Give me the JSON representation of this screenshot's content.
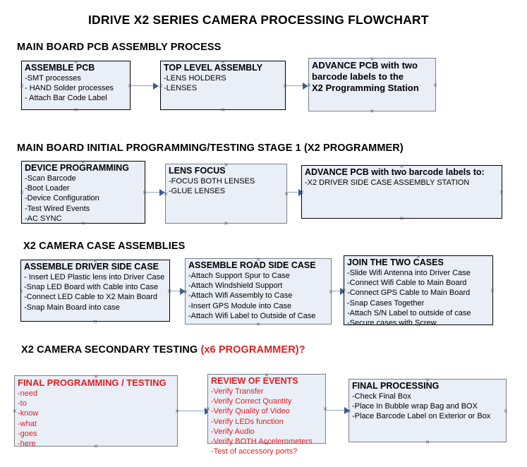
{
  "document": {
    "title": "IDRIVE X2  SERIES CAMERA PROCESSING FLOWCHART",
    "accent_red": "#e02020",
    "box_fill": "#e9eef7",
    "arrow_color": "#93a6bd",
    "arrow_head_color": "#3c5a94"
  },
  "sections": [
    {
      "id": "main-board-pcb-assembly",
      "heading": "MAIN BOARD PCB ASSEMBLY PROCESS",
      "heading_red": "",
      "boxes": [
        {
          "id": "assemble-pcb",
          "title": "ASSEMBLE PCB",
          "lines": [
            "-SMT processes",
            "- HAND Solder processes",
            "- Attach Bar Code Label"
          ]
        },
        {
          "id": "top-level-assembly",
          "title": "TOP LEVEL ASSEMBLY",
          "lines": [
            "-LENS HOLDERS",
            "-LENSES"
          ]
        },
        {
          "id": "advance-pcb-programming-station",
          "title": "ADVANCE PCB with two",
          "lines": [
            "barcode labels to the",
            " X2 Programming Station"
          ]
        }
      ]
    },
    {
      "id": "main-board-initial-programming",
      "heading": "MAIN BOARD INITIAL PROGRAMMING/TESTING STAGE 1 (X2 PROGRAMMER)",
      "heading_red": "",
      "boxes": [
        {
          "id": "device-programming",
          "title": "DEVICE PROGRAMMING",
          "lines": [
            "-Scan Barcode",
            "-Boot Loader",
            "-Device Configuration",
            "-Test Wired Events",
            "-AC SYNC"
          ]
        },
        {
          "id": "lens-focus",
          "title": "LENS FOCUS",
          "lines": [
            "-FOCUS BOTH LENSES",
            "-GLUE LENSES"
          ]
        },
        {
          "id": "advance-pcb-driver-side-case",
          "title": "ADVANCE PCB with two barcode labels to:",
          "lines": [
            "-X2 DRIVER  SIDE  CASE  ASSEMBLY STATION"
          ]
        }
      ]
    },
    {
      "id": "x2-camera-case-assemblies",
      "heading": "X2 CAMERA CASE ASSEMBLIES",
      "heading_red": "",
      "boxes": [
        {
          "id": "assemble-driver-side-case",
          "title": "ASSEMBLE DRIVER SIDE CASE",
          "lines": [
            "- Insert LED Plastic lens into Driver Case",
            "-Snap LED Board with Cable into Case",
            "-Connect LED Cable to X2 Main Board",
            "-Snap Main Board into case"
          ]
        },
        {
          "id": "assemble-road-side-case",
          "title": "ASSEMBLE ROAD SIDE CASE",
          "lines": [
            "-Attach Support Spur to Case",
            "-Attach Windshield Support",
            "-Attach Wifi Assembly to Case",
            "-Insert GPS Module into Case",
            "-Attach Wifi Label to Outside of Case"
          ]
        },
        {
          "id": "join-the-two-cases",
          "title": "JOIN THE TWO CASES",
          "lines": [
            "-Slide Wifi Antenna into Driver Case",
            "-Connect Wifi Cable to Main Board",
            "-Connect GPS Cable to Main Board",
            "-Snap Cases Together",
            "-Attach S/N Label to outside of case",
            "-Secure cases with Screw"
          ]
        }
      ]
    },
    {
      "id": "x2-camera-secondary-testing",
      "heading": "X2 CAMERA SECONDARY TESTING ",
      "heading_red": "(x6 PROGRAMMER)?",
      "boxes": [
        {
          "id": "final-programming-testing",
          "title": "FINAL PROGRAMMING / TESTING",
          "lines": [
            "-need",
            "-to",
            "-know",
            "-what",
            "-goes",
            "-here"
          ]
        },
        {
          "id": "review-of-events",
          "title": "REVIEW OF EVENTS",
          "lines": [
            "-Verify Transfer",
            "-Verify Correct Quantity",
            "-Verify Quality of Video",
            "-Verify LEDs function",
            "-Verify Audio",
            "-Verify BOTH Accelerometers",
            "-Test of accessory ports?"
          ]
        },
        {
          "id": "final-processing",
          "title": "FINAL PROCESSING",
          "lines": [
            " -Check Final Box",
            "-Place In Bubble wrap Bag and BOX",
            "-Place Barcode Label on Exterior or Box"
          ]
        }
      ]
    }
  ]
}
